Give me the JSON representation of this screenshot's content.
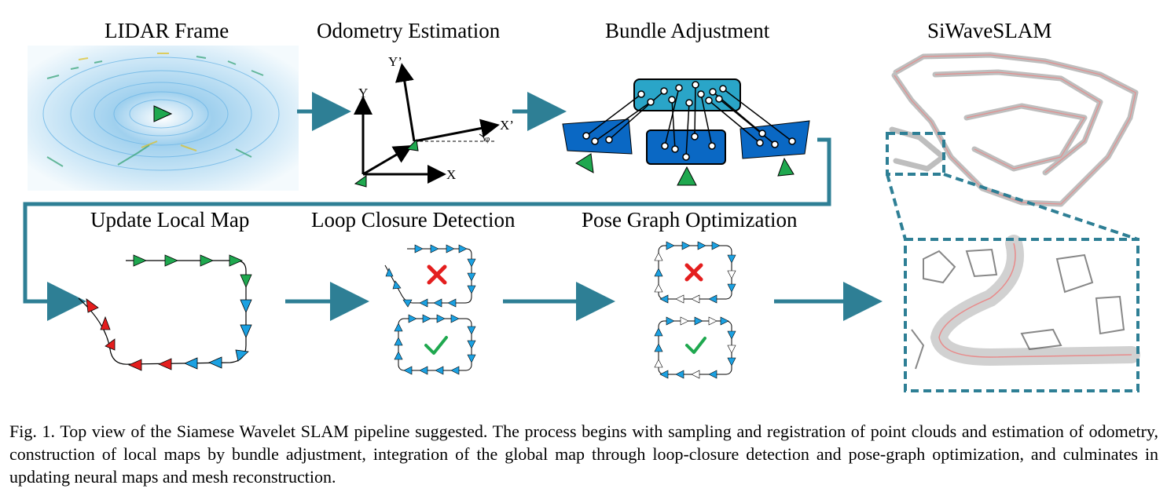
{
  "titles": {
    "lidar_frame": "LIDAR Frame",
    "odometry": "Odometry Estimation",
    "bundle": "Bundle Adjustment",
    "siwave": "SiWaveSLAM",
    "update_map": "Update Local Map",
    "loop_closure": "Loop Closure Detection",
    "pose_graph": "Pose Graph Optimization"
  },
  "axes": {
    "y": "Y",
    "x": "X",
    "y_prime": "Y’",
    "x_prime": "X’",
    "phi": "φ"
  },
  "caption": "Fig. 1. Top view of the Siamese Wavelet SLAM pipeline suggested. The process begins with sampling and registration of point clouds and estimation of odometry, construction of local maps by bundle adjustment, integration of the global map through loop-closure detection and pose-graph optimization, and culminates in updating neural maps and mesh reconstruction.",
  "colors": {
    "flow_arrow": "#2e7f95",
    "pose_green": "#1fa84f",
    "pose_blue": "#1ba1e2",
    "pose_red": "#e41e1e",
    "check": "#1fa84f",
    "cross": "#e41e1e",
    "ba_top": "#2aa5c8",
    "ba_mid": "#0a68c4",
    "map_zoom_box": "#2e7f95"
  }
}
